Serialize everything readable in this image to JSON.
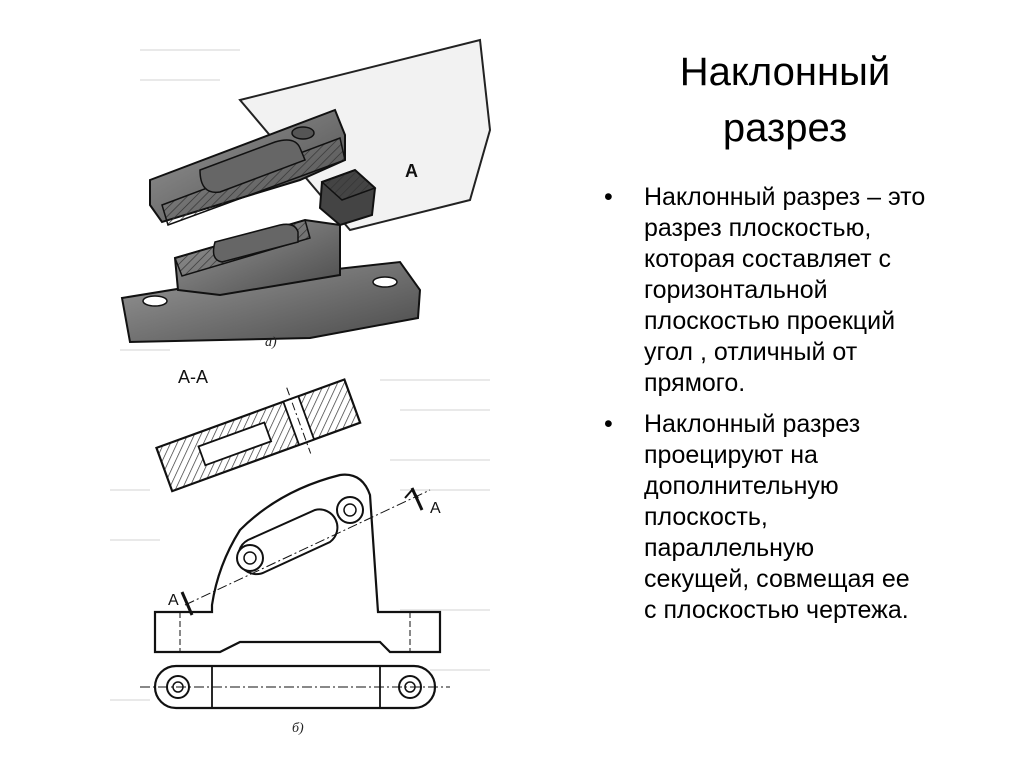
{
  "title": {
    "lines": [
      "Наклонный",
      "разрез"
    ]
  },
  "bullets": [
    {
      "marker": "•",
      "lines": [
        "Наклонный разрез – это",
        "разрез плоскостью,",
        "которая составляет с",
        "горизонтальной",
        "плоскостью проекций",
        "угол , отличный от",
        "прямого."
      ]
    },
    {
      "marker": "•",
      "lines": [
        "Наклонный разрез",
        "проецируют на",
        "дополнительную",
        "плоскость,",
        "параллельную",
        "секущей, совмещая ее",
        "с плоскостью чертежа."
      ]
    }
  ],
  "figure": {
    "plane_label": "А",
    "caption_a": "а)",
    "section_label": "А-А",
    "arrow_label_right": "А",
    "arrow_label_left": "А",
    "caption_b": "б)"
  }
}
